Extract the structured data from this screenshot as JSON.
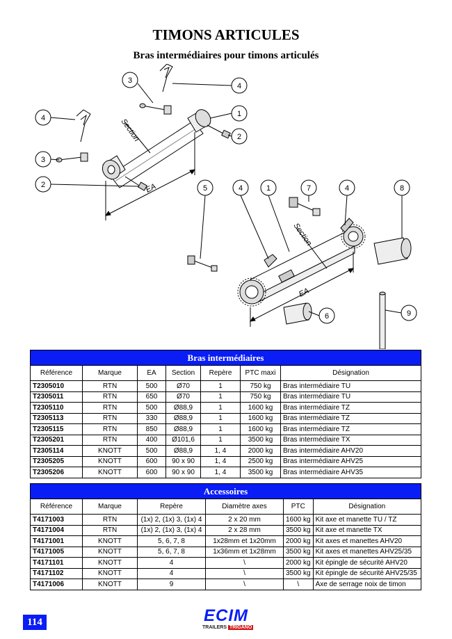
{
  "title": "TIMONS ARTICULES",
  "subtitle": "Bras intermédiaires pour timons articulés",
  "diagram": {
    "labels": {
      "section": "Section",
      "ea": "EA"
    },
    "callouts_top": [
      "3",
      "4",
      "1",
      "4",
      "2",
      "3",
      "2"
    ],
    "callouts_bottom": [
      "5",
      "4",
      "1",
      "7",
      "4",
      "8",
      "6",
      "9"
    ]
  },
  "table1": {
    "band": "Bras intermédiaires",
    "headers": [
      "Référence",
      "Marque",
      "EA",
      "Section",
      "Repère",
      "PTC maxi",
      "Désignation"
    ],
    "rows": [
      [
        "T2305010",
        "RTN",
        "500",
        "Ø70",
        "1",
        "750 kg",
        "Bras intermédiaire TU"
      ],
      [
        "T2305011",
        "RTN",
        "650",
        "Ø70",
        "1",
        "750 kg",
        "Bras intermédiaire TU"
      ],
      [
        "T2305110",
        "RTN",
        "500",
        "Ø88,9",
        "1",
        "1600 kg",
        "Bras intermédiaire TZ"
      ],
      [
        "T2305113",
        "RTN",
        "330",
        "Ø88,9",
        "1",
        "1600 kg",
        "Bras intermédiaire TZ"
      ],
      [
        "T2305115",
        "RTN",
        "850",
        "Ø88,9",
        "1",
        "1600 kg",
        "Bras intermédiaire TZ"
      ],
      [
        "T2305201",
        "RTN",
        "400",
        "Ø101,6",
        "1",
        "3500 kg",
        "Bras intermédiaire TX"
      ],
      [
        "T2305114",
        "KNOTT",
        "500",
        "Ø88,9",
        "1, 4",
        "2000 kg",
        "Bras intermédiaire AHV20"
      ],
      [
        "T2305205",
        "KNOTT",
        "600",
        "90 x 90",
        "1, 4",
        "2500 kg",
        "Bras intermédiaire AHV25"
      ],
      [
        "T2305206",
        "KNOTT",
        "600",
        "90 x 90",
        "1, 4",
        "3500 kg",
        "Bras intermédiaire AHV35"
      ]
    ]
  },
  "table2": {
    "band": "Accessoires",
    "headers": [
      "Référence",
      "Marque",
      "Repère",
      "Diamètre axes",
      "PTC",
      "Désignation"
    ],
    "rows": [
      [
        "T4171003",
        "RTN",
        "(1x) 2, (1x) 3, (1x) 4",
        "2 x 20 mm",
        "1600 kg",
        "Kit axe et manette TU / TZ"
      ],
      [
        "T4171004",
        "RTN",
        "(1x) 2, (1x) 3, (1x) 4",
        "2 x 28 mm",
        "3500 kg",
        "Kit axe  et manette TX"
      ],
      [
        "T4171001",
        "KNOTT",
        "5, 6, 7, 8",
        "1x28mm et 1x20mm",
        "2000 kg",
        "Kit axes et manettes AHV20"
      ],
      [
        "T4171005",
        "KNOTT",
        "5, 6, 7, 8",
        "1x36mm et 1x28mm",
        "3500 kg",
        "Kit axes et manettes AHV25/35"
      ],
      [
        "T4171101",
        "KNOTT",
        "4",
        "\\",
        "2000 kg",
        "Kit épingle de sécurité AHV20"
      ],
      [
        "T4171102",
        "KNOTT",
        "4",
        "\\",
        "3500 kg",
        "Kit épingle de sécurité AHV25/35"
      ],
      [
        "T4171006",
        "KNOTT",
        "9",
        "\\",
        "\\",
        "Axe de serrage noix de timon"
      ]
    ]
  },
  "footer": {
    "page_number": "114",
    "logo_text": "ECIM",
    "logo_sub": "TRAILERS",
    "logo_tag": "TRIGANO"
  }
}
